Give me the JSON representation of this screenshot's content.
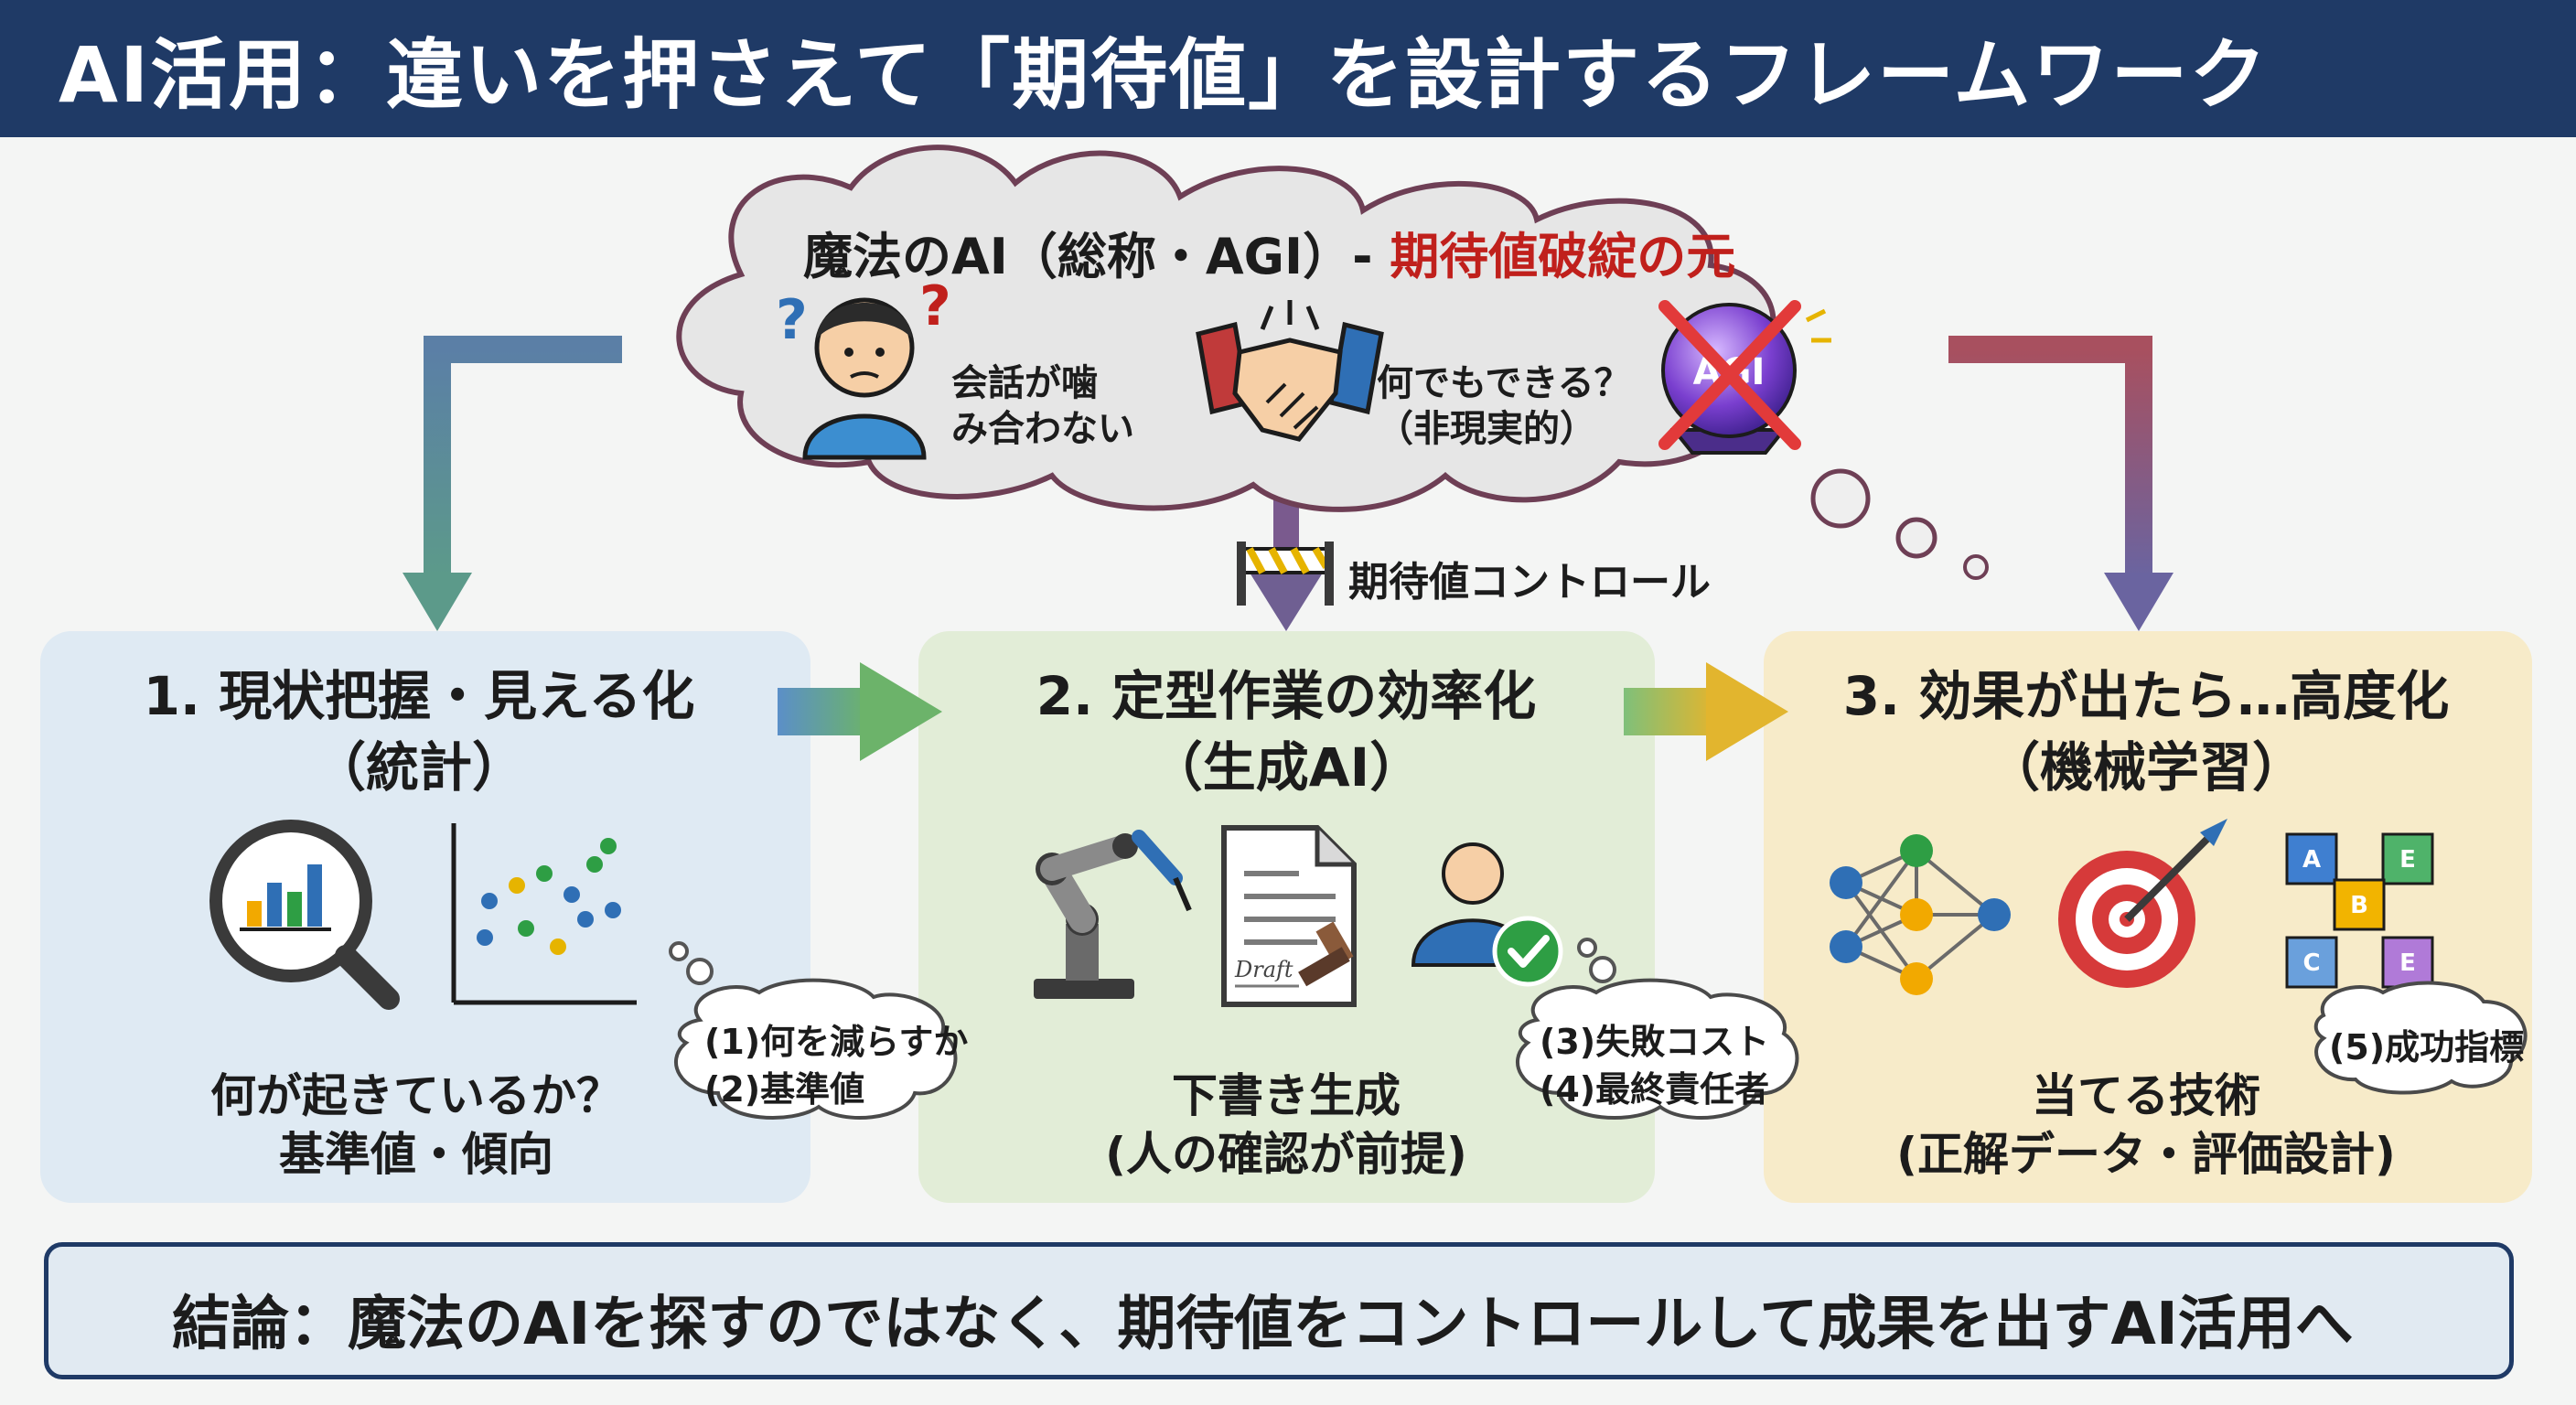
{
  "header": {
    "title": "AI活用：違いを押さえて「期待値」を設計するフレームワーク"
  },
  "colors": {
    "header": "#1f3a66",
    "red": "#c0201c",
    "panel1": "#dfeaf3",
    "panel2": "#e2edd7",
    "panel3": "#f7ebc9",
    "check": "#2e9e44"
  },
  "cloud": {
    "title_main": "魔法のAI（総称・AGI）- ",
    "title_accent": "期待値破綻の元",
    "item1": [
      "会話が噛",
      "み合わない"
    ],
    "item2": [
      "何でもできる？",
      "（非現実的）"
    ],
    "orb_label": "AGI"
  },
  "control_label": "期待値コントロール",
  "steps": [
    {
      "title": "1. 現状把握・見える化",
      "subtitle": "（統計）",
      "caption": [
        "何が起きているか？",
        "基準値・傾向"
      ],
      "bubble": [
        "(1)何を減らすか",
        "(2)基準値"
      ]
    },
    {
      "title": "2. 定型作業の効率化",
      "subtitle": "（生成AI）",
      "caption": [
        "下書き生成",
        "(人の確認が前提)"
      ],
      "bubble": [
        "(3)失敗コスト",
        "(4)最終責任者"
      ],
      "doc_label": "Draft"
    },
    {
      "title": "3. 効果が出たら…高度化",
      "subtitle": "（機械学習）",
      "caption": [
        "当てる技術",
        "(正解データ・評価設計)"
      ],
      "bubble": [
        "(5)成功指標"
      ],
      "blocks": [
        "A",
        "E",
        "B",
        "C",
        "E"
      ]
    }
  ],
  "conclusion": {
    "text": "結論：魔法のAIを探すのではなく、期待値をコントロールして成果を出すAI活用へ"
  }
}
